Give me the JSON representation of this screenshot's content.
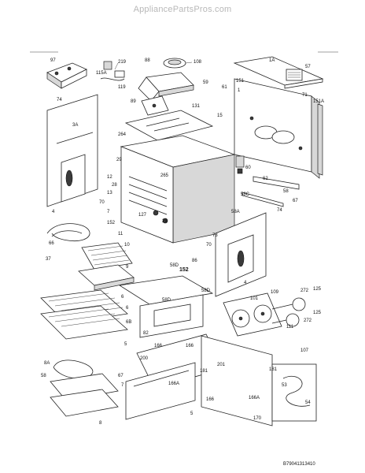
{
  "watermark": "AppliancePartsPros.com",
  "diagram_code": "B79041313410",
  "callouts": [
    {
      "id": "c97",
      "text": "97"
    },
    {
      "id": "c219",
      "text": "219"
    },
    {
      "id": "c115a",
      "text": "115A"
    },
    {
      "id": "c119",
      "text": "119"
    },
    {
      "id": "c88",
      "text": "88"
    },
    {
      "id": "c108",
      "text": "108"
    },
    {
      "id": "c1a",
      "text": "1A"
    },
    {
      "id": "c57",
      "text": "57"
    },
    {
      "id": "c59",
      "text": "59"
    },
    {
      "id": "c61",
      "text": "61"
    },
    {
      "id": "c151",
      "text": "151"
    },
    {
      "id": "c1",
      "text": "1"
    },
    {
      "id": "c71",
      "text": "71"
    },
    {
      "id": "c151a",
      "text": "151A"
    },
    {
      "id": "c74a",
      "text": "74"
    },
    {
      "id": "c89",
      "text": "89"
    },
    {
      "id": "c131",
      "text": "131"
    },
    {
      "id": "c15",
      "text": "15"
    },
    {
      "id": "c3a",
      "text": "3A"
    },
    {
      "id": "c264",
      "text": "264"
    },
    {
      "id": "c29",
      "text": "29"
    },
    {
      "id": "c12",
      "text": "12"
    },
    {
      "id": "c265",
      "text": "265"
    },
    {
      "id": "c28",
      "text": "28"
    },
    {
      "id": "c13",
      "text": "13"
    },
    {
      "id": "c60",
      "text": "60"
    },
    {
      "id": "c62",
      "text": "62"
    },
    {
      "id": "c58c",
      "text": "58C"
    },
    {
      "id": "c58",
      "text": "58"
    },
    {
      "id": "c4a",
      "text": "4"
    },
    {
      "id": "c70a",
      "text": "70"
    },
    {
      "id": "c127",
      "text": "127"
    },
    {
      "id": "c29b",
      "text": "29"
    },
    {
      "id": "c58a",
      "text": "58A"
    },
    {
      "id": "c67",
      "text": "67"
    },
    {
      "id": "c74b",
      "text": "74"
    },
    {
      "id": "c7",
      "text": "7"
    },
    {
      "id": "c152a",
      "text": "152"
    },
    {
      "id": "c11",
      "text": "11"
    },
    {
      "id": "c66",
      "text": "66"
    },
    {
      "id": "c73",
      "text": "73"
    },
    {
      "id": "c86",
      "text": "86"
    },
    {
      "id": "c70b",
      "text": "70"
    },
    {
      "id": "c152b",
      "text": "152"
    },
    {
      "id": "c37",
      "text": "37"
    },
    {
      "id": "c10",
      "text": "10"
    },
    {
      "id": "c9",
      "text": "9"
    },
    {
      "id": "c58d1",
      "text": "58D"
    },
    {
      "id": "c58d2",
      "text": "58D"
    },
    {
      "id": "c58d3",
      "text": "58D"
    },
    {
      "id": "c109",
      "text": "109"
    },
    {
      "id": "c272a",
      "text": "272"
    },
    {
      "id": "c125a",
      "text": "125"
    },
    {
      "id": "c101",
      "text": "101"
    },
    {
      "id": "c111",
      "text": "111"
    },
    {
      "id": "c272b",
      "text": "272"
    },
    {
      "id": "c125b",
      "text": "125"
    },
    {
      "id": "c4b",
      "text": "4"
    },
    {
      "id": "c6a",
      "text": "6"
    },
    {
      "id": "c6b",
      "text": "6"
    },
    {
      "id": "c6bb",
      "text": "6B"
    },
    {
      "id": "c82",
      "text": "82"
    },
    {
      "id": "c5",
      "text": "5"
    },
    {
      "id": "c166a",
      "text": "166"
    },
    {
      "id": "c166b",
      "text": "166"
    },
    {
      "id": "c200",
      "text": "200"
    },
    {
      "id": "c201",
      "text": "201"
    },
    {
      "id": "c181a",
      "text": "181"
    },
    {
      "id": "c181b",
      "text": "181"
    },
    {
      "id": "c107",
      "text": "107"
    },
    {
      "id": "c8a",
      "text": "8A"
    },
    {
      "id": "c58b",
      "text": "58"
    },
    {
      "id": "c67b",
      "text": "67"
    },
    {
      "id": "c7b",
      "text": "7"
    },
    {
      "id": "c166a2",
      "text": "166A"
    },
    {
      "id": "c166a3",
      "text": "166A"
    },
    {
      "id": "c166c",
      "text": "166"
    },
    {
      "id": "c53",
      "text": "53"
    },
    {
      "id": "c54",
      "text": "54"
    },
    {
      "id": "c8b",
      "text": "8"
    },
    {
      "id": "c5b",
      "text": "5"
    },
    {
      "id": "c170",
      "text": "170"
    }
  ]
}
